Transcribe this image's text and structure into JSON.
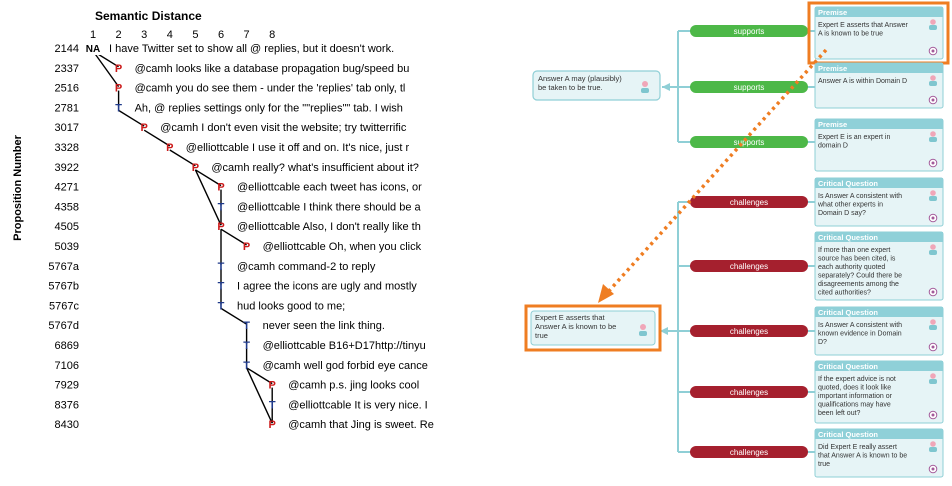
{
  "left_panel": {
    "title": "Semantic Distance",
    "y_axis_label": "Proposition Number",
    "distance_ticks": [
      "1",
      "2",
      "3",
      "4",
      "5",
      "6",
      "7",
      "8"
    ],
    "rows": [
      {
        "id": "2144",
        "depth": 1,
        "marker": "NA",
        "text": "I have Twitter set to show all @ replies, but it doesn't work."
      },
      {
        "id": "2337",
        "depth": 2,
        "marker": "P",
        "text": "@camh looks like a database propagation bug/speed bu"
      },
      {
        "id": "2516",
        "depth": 2,
        "marker": "P",
        "text": "@camh you do see them - under the 'replies' tab only, tl"
      },
      {
        "id": "2781",
        "depth": 2,
        "marker": "T",
        "text": "Ah, @ replies settings only for the \"\"replies\"\" tab. I wish"
      },
      {
        "id": "3017",
        "depth": 3,
        "marker": "P",
        "text": "@camh I don't even visit the website; try twitterrific"
      },
      {
        "id": "3328",
        "depth": 4,
        "marker": "P",
        "text": "@elliottcable I use it off and on. It's nice, just r"
      },
      {
        "id": "3922",
        "depth": 5,
        "marker": "P",
        "text": "@camh really? what's insufficient about it?"
      },
      {
        "id": "4271",
        "depth": 6,
        "marker": "P",
        "text": "@elliottcable each tweet has icons, or"
      },
      {
        "id": "4358",
        "depth": 6,
        "marker": "T",
        "text": "@elliottcable I think there should be a"
      },
      {
        "id": "4505",
        "depth": 6,
        "marker": "P",
        "text": "@elliottcable Also, I don't really like th"
      },
      {
        "id": "5039",
        "depth": 7,
        "marker": "P",
        "text": "@elliottcable Oh, when you click"
      },
      {
        "id": "5767a",
        "depth": 6,
        "marker": "T",
        "text": "@camh command-2 to reply"
      },
      {
        "id": "5767b",
        "depth": 6,
        "marker": "T",
        "text": "I agree the icons are ugly and mostly"
      },
      {
        "id": "5767c",
        "depth": 6,
        "marker": "T",
        "text": "hud looks good to me;"
      },
      {
        "id": "5767d",
        "depth": 7,
        "marker": "T",
        "text": "never seen the link thing."
      },
      {
        "id": "6869",
        "depth": 7,
        "marker": "T",
        "text": "@elliottcable B16+D17http://tinyu"
      },
      {
        "id": "7106",
        "depth": 7,
        "marker": "T",
        "text": "@camh well god forbid eye cance"
      },
      {
        "id": "7929",
        "depth": 8,
        "marker": "P",
        "text": "@camh p.s. jing looks cool"
      },
      {
        "id": "8376",
        "depth": 8,
        "marker": "T",
        "text": "@elliottcable It is very nice. I"
      },
      {
        "id": "8430",
        "depth": 8,
        "marker": "P",
        "text": "@camh that Jing is sweet. Re"
      }
    ],
    "links": [
      [
        0,
        1
      ],
      [
        0,
        2
      ],
      [
        2,
        3
      ],
      [
        3,
        4
      ],
      [
        4,
        5
      ],
      [
        5,
        6
      ],
      [
        6,
        7
      ],
      [
        7,
        8
      ],
      [
        8,
        9
      ],
      [
        6,
        9
      ],
      [
        9,
        10
      ],
      [
        9,
        11
      ],
      [
        11,
        12
      ],
      [
        12,
        13
      ],
      [
        13,
        14
      ],
      [
        14,
        15
      ],
      [
        15,
        16
      ],
      [
        16,
        17
      ],
      [
        17,
        18
      ],
      [
        18,
        19
      ],
      [
        16,
        19
      ]
    ],
    "colors": {
      "P": "#cc1a1a",
      "T": "#1f3a8a",
      "NA": "#000000",
      "line": "#000000"
    }
  },
  "right_panel": {
    "conclusion_left": {
      "text_lines": [
        "Answer A may (plausibly)",
        "be taken to be true."
      ]
    },
    "expert_node": {
      "text_lines": [
        "Expert E asserts that",
        "Answer A is known to be",
        "true"
      ]
    },
    "links": [
      {
        "label": "supports",
        "type": "support"
      },
      {
        "label": "supports",
        "type": "support"
      },
      {
        "label": "supports",
        "type": "support"
      },
      {
        "label": "challenges",
        "type": "challenge"
      },
      {
        "label": "challenges",
        "type": "challenge"
      },
      {
        "label": "challenges",
        "type": "challenge"
      },
      {
        "label": "challenges",
        "type": "challenge"
      },
      {
        "label": "challenges",
        "type": "challenge"
      }
    ],
    "cards": [
      {
        "header": "Premise",
        "lines": [
          "Expert E asserts that Answer",
          "A is known to be true"
        ],
        "highlighted": true
      },
      {
        "header": "Premise",
        "lines": [
          "Answer A is within Domain D"
        ],
        "highlighted": false
      },
      {
        "header": "Premise",
        "lines": [
          "Expert E is an expert in",
          "domain D"
        ],
        "highlighted": false
      },
      {
        "header": "Critical Question",
        "lines": [
          "Is Answer A consistent with",
          "what other experts in",
          "Domain D say?"
        ],
        "highlighted": false
      },
      {
        "header": "Critical Question",
        "lines": [
          "If more than one expert",
          "source has been cited, is",
          "each authority quoted",
          "separately? Could there be",
          "disagreements among the",
          "cited authorities?"
        ],
        "highlighted": false
      },
      {
        "header": "Critical Question",
        "lines": [
          "Is Answer A consistent with",
          "known evidence in Domain",
          "D?"
        ],
        "highlighted": false
      },
      {
        "header": "Critical Question",
        "lines": [
          "If the expert advice is not",
          "quoted, does it look like",
          "important information or",
          "qualifications may have",
          "been left out?"
        ],
        "highlighted": false
      },
      {
        "header": "Critical Question",
        "lines": [
          "Did Expert E really assert",
          "that Answer A is known to be",
          "true"
        ],
        "highlighted": false
      }
    ],
    "colors": {
      "support": "#4db848",
      "challenge": "#a5202e",
      "card_fill": "#e6f4f6",
      "card_border": "#8fcfd6",
      "card_header": "#8fd0d8",
      "connector": "#8fcfd6",
      "highlight": "#ef7d22",
      "arrow": "#ef7d22"
    }
  }
}
